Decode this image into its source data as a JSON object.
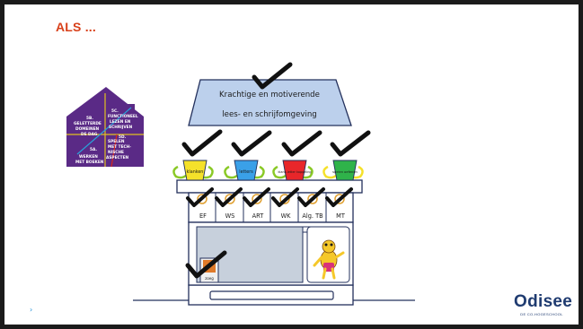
{
  "slide": {
    "title": "ALS ...",
    "bullet": "›"
  },
  "house_diagram": {
    "segments": [
      "5C. FUNCTIONEEL LEZEN EN SCHRIJVEN",
      "5B. GELETTERDE DOMEINEN DE DAG",
      "5D. SPELEN MET TECHNISCHE ASPECTEN",
      "5A. WERKEN MET BOEKEN"
    ],
    "lines": [
      {
        "text": "5C.",
        "color": "#ffffff"
      },
      {
        "text": "FUNCTIONEEL",
        "color": "#ffffff"
      },
      {
        "text": "LEZEN EN",
        "color": "#ffffff"
      },
      {
        "text": "SCHRIJVEN",
        "color": "#ffffff"
      },
      {
        "text": "5B.",
        "color": "#ffffff"
      },
      {
        "text": "GELETTERDE",
        "color": "#ffffff"
      },
      {
        "text": "DOMEINEN",
        "color": "#ffffff"
      },
      {
        "text": "DE DAG",
        "color": "#ffffff"
      },
      {
        "text": "5D.",
        "color": "#ffffff"
      },
      {
        "text": "SPELEN",
        "color": "#ffffff"
      },
      {
        "text": "MET TECH-",
        "color": "#ffffff"
      },
      {
        "text": "NISCHE",
        "color": "#ffffff"
      },
      {
        "text": "ASPECTEN",
        "color": "#ffffff"
      },
      {
        "text": "5A.",
        "color": "#ffffff"
      },
      {
        "text": "WERKEN",
        "color": "#ffffff"
      },
      {
        "text": "MET BOEKEN",
        "color": "#ffffff"
      }
    ]
  },
  "cabinet": {
    "roof_line1": "Krachtige en motiverende",
    "roof_line2": "lees- en schrijfomgeving",
    "pots": [
      {
        "label": "klanken",
        "color": "#f5e12a"
      },
      {
        "label": "letters",
        "color": "#3aa0e8"
      },
      {
        "label": "klank-letter koppeling",
        "color": "#e8262a"
      },
      {
        "label": "spelen oefenen",
        "color": "#2fb34a"
      }
    ],
    "drawers": [
      "EF",
      "WS",
      "ART",
      "WK",
      "Alg. TB",
      "MT"
    ],
    "book_label": "zoeg"
  },
  "logo": {
    "name": "Odisee",
    "subtitle": "DE CO-HOGESCHOOL"
  }
}
